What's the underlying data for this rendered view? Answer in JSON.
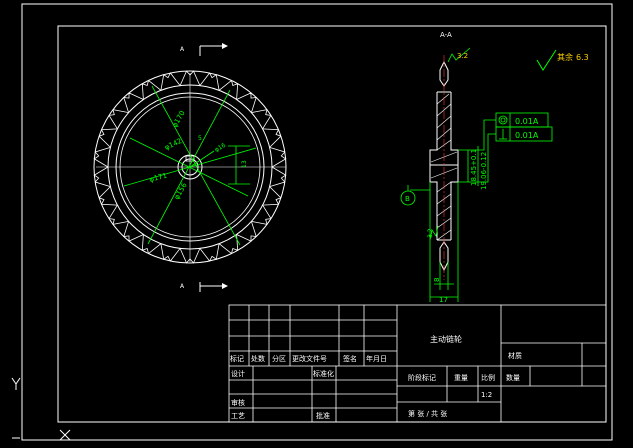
{
  "drawing": {
    "section_title": "A-A",
    "section_marker": "A",
    "datum_label": "B",
    "surface_finish_rest": "其余",
    "surface_finish_rest_value": "6.3",
    "surface_finish_1": "3.2",
    "surface_finish_2": "3.2",
    "tolerance_1": "0.01A",
    "tolerance_2": "0.01A",
    "dim_bore": "18.45+0.1",
    "dim_bore_lower": "19.06-0.12",
    "dim_width_8": "8",
    "dim_width_17": "17",
    "dims_front": {
      "d170": "φ170",
      "d142": "φ142",
      "d16": "φ16",
      "d13": "13",
      "d171": "φ171",
      "d156": "φ156",
      "d5": "5"
    }
  },
  "title_block": {
    "part_name": "主动链轮",
    "material_label": "材质",
    "qty_label": "数量",
    "stage_label": "阶段标记",
    "weight_label": "重量",
    "scale_label": "比例",
    "scale_value": "1:2",
    "sheet_label": "第   张 / 共   张",
    "mark_label": "标记",
    "count_label": "处数",
    "zone_label": "分区",
    "change_doc_label": "更改文件号",
    "sign_label": "签名",
    "date_label": "年月日",
    "design_label": "设计",
    "std_label": "标准化",
    "review_label": "审核",
    "process_label": "工艺",
    "approve_label": "批准"
  },
  "ucs": {
    "y_label": "Y",
    "x_label": "X"
  },
  "colors": {
    "background": "#000000",
    "line": "#ffffff",
    "dimension": "#00ff00",
    "centerline": "#ff3030"
  }
}
